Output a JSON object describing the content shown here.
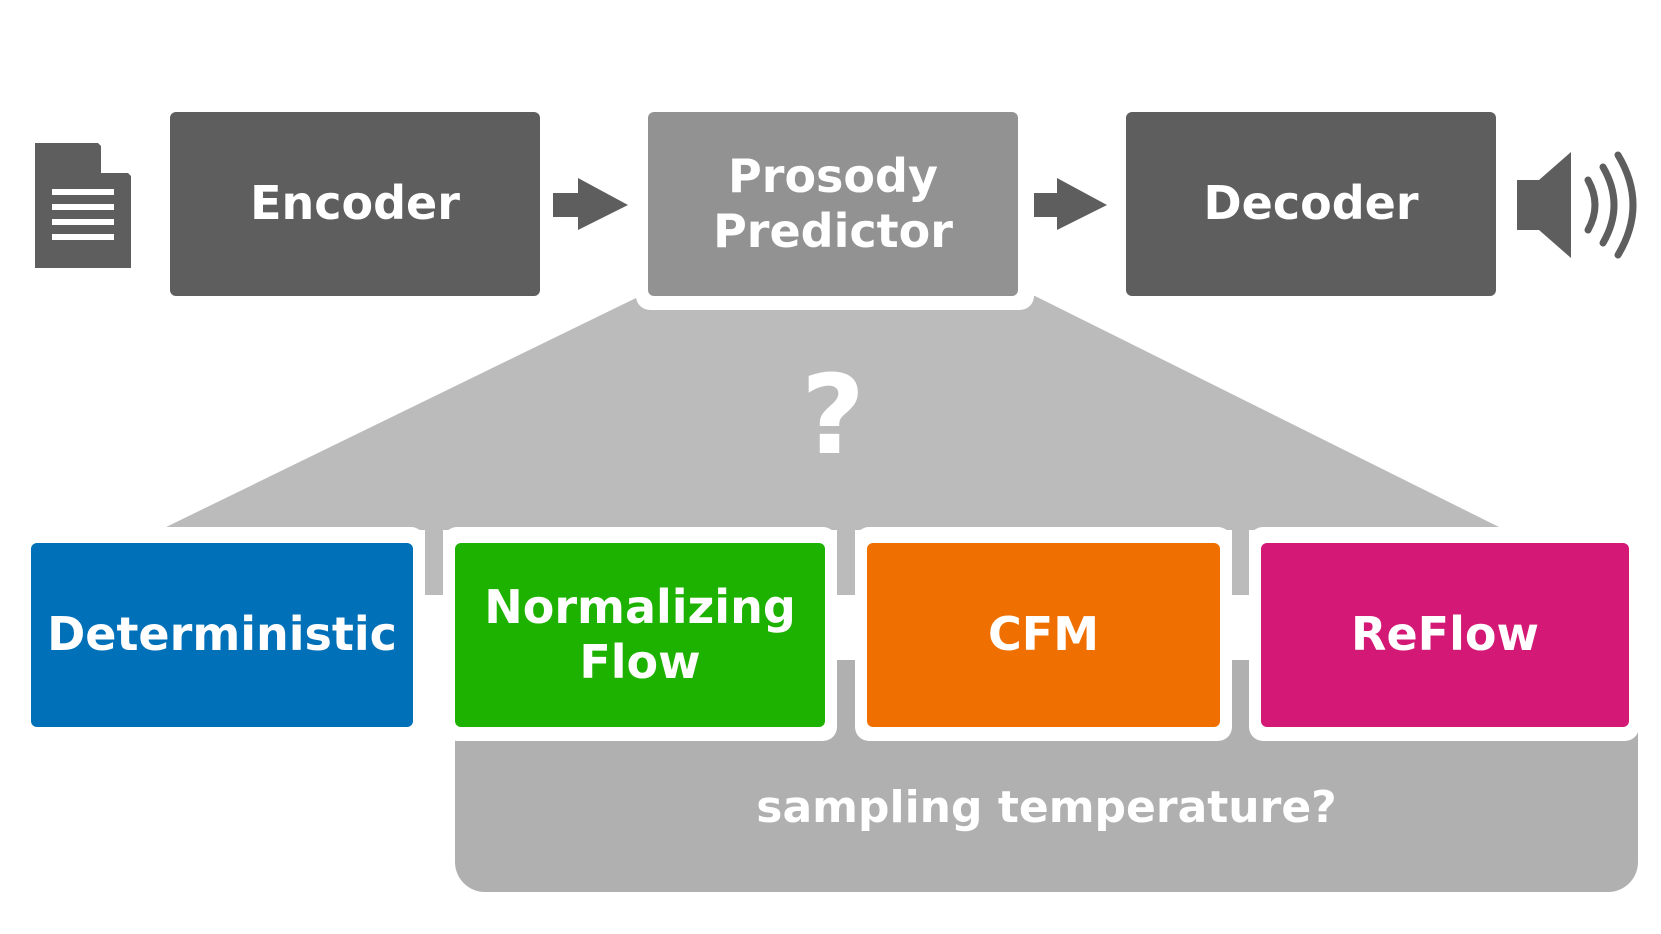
{
  "pipeline": {
    "encoder_label": "Encoder",
    "prosody_label": "Prosody\nPredictor",
    "decoder_label": "Decoder",
    "question_mark": "?"
  },
  "options": [
    {
      "label": "Deterministic",
      "color": "#0070B8"
    },
    {
      "label": "Normalizing\nFlow",
      "color": "#1DB100"
    },
    {
      "label": "CFM",
      "color": "#EF7000"
    },
    {
      "label": "ReFlow",
      "color": "#D41876"
    }
  ],
  "sampling_label": "sampling temperature?",
  "colors": {
    "dark_box": "#5E5E5E",
    "prosody_box": "#929292",
    "funnel": "#BBBBBB",
    "sampling_panel": "#B0B0B0",
    "arrow": "#5E5E5E"
  },
  "icons": [
    "document-icon",
    "speaker-icon",
    "arrow-right-icon"
  ]
}
